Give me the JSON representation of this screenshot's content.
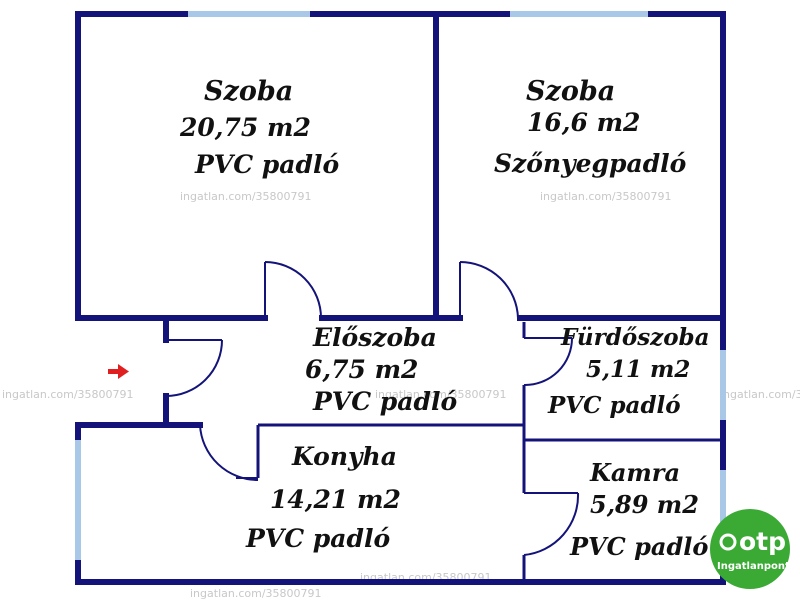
{
  "rooms": {
    "szoba1": {
      "name": "Szoba",
      "area": "20,75 m2",
      "floor": "PVC padló"
    },
    "szoba2": {
      "name": "Szoba",
      "area": "16,6 m2",
      "floor": "Szőnyegpadló"
    },
    "eloszoba": {
      "name": "Előszoba",
      "area": "6,75 m2",
      "floor": "PVC padló"
    },
    "furdoszoba": {
      "name": "Fürdőszoba",
      "area": "5,11 m2",
      "floor": "PVC padló"
    },
    "konyha": {
      "name": "Konyha",
      "area": "14,21 m2",
      "floor": "PVC padló"
    },
    "kamra": {
      "name": "Kamra",
      "area": "5,89 m2",
      "floor": "PVC padló"
    }
  },
  "watermark": "ingatlan.com/35800791",
  "logo": {
    "brand": "otp",
    "sub": "Ingatlanpont"
  },
  "colors": {
    "wall": "#13137a",
    "window": "#a9c7e6",
    "logo": "#3aaa35",
    "arrow": "#e02020"
  }
}
